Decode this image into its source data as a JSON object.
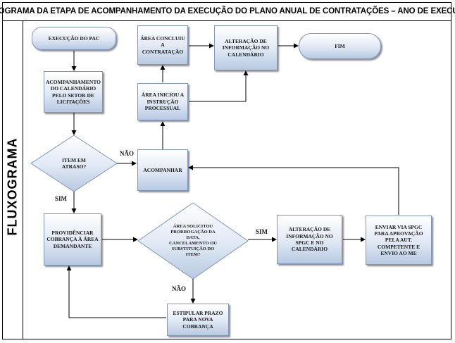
{
  "title": "FLUXOGRAMA DA ETAPA DE ACOMPANHAMENTO DA EXECUÇÃO DO PLANO ANUAL DE CONTRATAÇÕES – ANO DE EXECUÇÃO",
  "side_label": "FLUXOGRAMA",
  "nodes": {
    "execucao_pac": "EXECUÇÃO DO PAC",
    "acompanhamento_calendario": "ACOMPANHAMENTO DO CALENDÁRIO PELO SETOR DE LICITAÇÕES",
    "item_em_atraso": "ITEM EM ATRASO?",
    "acompanhar": "ACOMPANHAR",
    "area_iniciou": "ÁREA INICIOU A INSTRUÇÃO PROCESSUAL",
    "area_concluiu": "ÁREA CONCLUIU A CONTRATAÇÃO",
    "alteracao_calendario": "ALTERAÇÃO DE INFORMAÇÃO NO CALENDÁRIO",
    "fim": "FIM",
    "providenciar_cobranca": "PROVIDÊNCIAR COBRANÇA À ÁREA DEMANDANTE",
    "area_solicitou": "ÁREA SOLICITOU PRORROGAÇÃO DA DATA, CANCELAMENTO OU SUBSTITUIÇÃO DO ITEM?",
    "alteracao_spgc": "ALTERAÇÃO DE INFORMAÇÃO NO SPGC E NO CALENDÁRIO",
    "enviar_spgc": "ENVIAR VIA SPGC PARA APROVAÇÃO PELA AUT. COMPETENTE E ENVIO AO ME",
    "estipular_prazo": "ESTIPULAR PRAZO PARA NOVA COBRANÇA"
  },
  "edge_labels": {
    "nao_top": "NÃO",
    "sim_left": "SIM",
    "sim_right": "SIM",
    "nao_bottom": "NÃO"
  },
  "colors": {
    "node_fill_top": "#ffffff",
    "node_fill_bottom": "#b7c9e2",
    "node_border": "#7f97ba",
    "line": "#000000"
  }
}
